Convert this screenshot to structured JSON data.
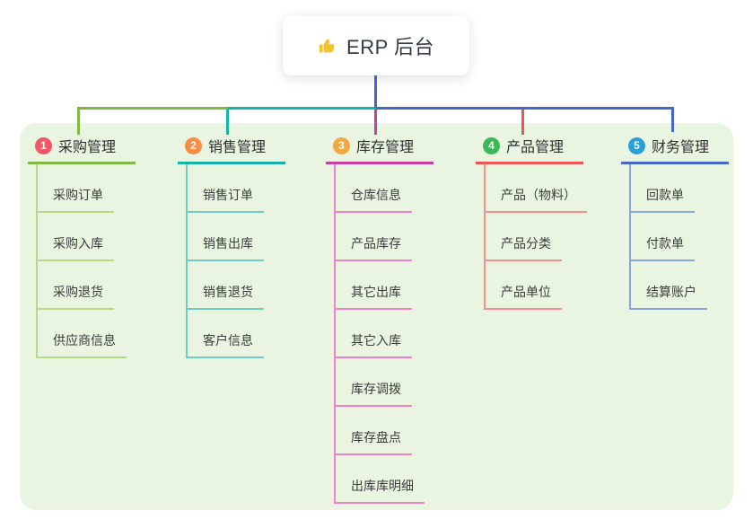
{
  "root": {
    "title": "ERP 后台",
    "icon": "thumbs-up-icon",
    "icon_color": "#f5c228"
  },
  "colors": {
    "panel_bg": "#e9f5e1",
    "root_connector": "#4467cb",
    "card_bg": "#ffffff"
  },
  "branches": [
    {
      "index": "1",
      "label": "采购管理",
      "badge_color": "#f25767",
      "line_color": "#7eba3f",
      "child_line_color": "#b5d989",
      "children": [
        "采购订单",
        "采购入库",
        "采购退货",
        "供应商信息"
      ]
    },
    {
      "index": "2",
      "label": "销售管理",
      "badge_color": "#fa8c44",
      "line_color": "#14b3a5",
      "child_line_color": "#6fccc2",
      "children": [
        "销售订单",
        "销售出库",
        "销售退货",
        "客户信息"
      ]
    },
    {
      "index": "3",
      "label": "库存管理",
      "badge_color": "#f2a83c",
      "line_color": "#cc3da4",
      "child_line_color": "#ef83c6",
      "children": [
        "仓库信息",
        "产品库存",
        "其它出库",
        "其它入库",
        "库存调拨",
        "库存盘点",
        "出库库明细"
      ]
    },
    {
      "index": "4",
      "label": "产品管理",
      "badge_color": "#3cb857",
      "line_color": "#f05354",
      "child_line_color": "#f68f90",
      "children": [
        "产品（物料）",
        "产品分类",
        "产品单位"
      ]
    },
    {
      "index": "5",
      "label": "财务管理",
      "badge_color": "#2b9fd8",
      "line_color": "#4467cb",
      "child_line_color": "#8aa4e4",
      "children": [
        "回款单",
        "付款单",
        "结算账户"
      ]
    }
  ]
}
